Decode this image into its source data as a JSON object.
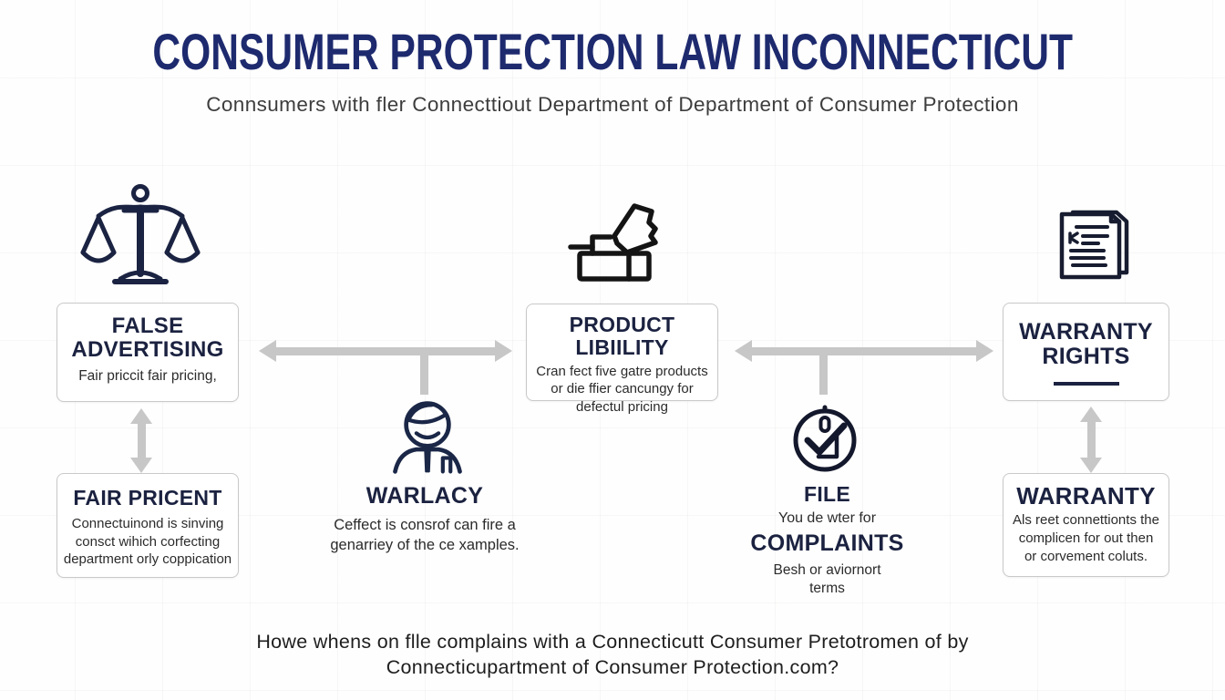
{
  "page": {
    "title": "CONSUMER PROTECTION LAW INCONNECTICUT",
    "subtitle": "Connsumers with fler Connecttiout Department of Department of Consumer Protection",
    "footer_line1": "Howe whens on flle complains with a Connecticutt Consumer Pretotromen of by",
    "footer_line2": "Connecticupartment of Consumer Protection.com?"
  },
  "colors": {
    "title_navy": "#1e2a6e",
    "node_title_navy": "#1b2240",
    "body_text": "#2b2b2b",
    "arrow_gray": "#c7c7c7",
    "box_border": "#c9c9c9"
  },
  "icons": {
    "top_left": "scales-of-justice-icon",
    "top_center": "product-box-receipt-icon",
    "top_right": "documents-icon",
    "mid_left": "person-icon",
    "mid_right": "check-circle-icon"
  },
  "nodes": {
    "false_advertising": {
      "title_line1": "FALSE",
      "title_line2": "ADVERTISING",
      "body": "Fair priccit fair pricing,"
    },
    "product_liability": {
      "title": "PRODUCT LIBIILITY",
      "body_line1": "Cran fect five gatre products",
      "body_line2": "or die ffier cancungy for",
      "body_line3": "defectul pricing"
    },
    "warranty_rights": {
      "title_line1": "WARRANTY",
      "title_line2": "RIGHTS"
    },
    "fair_pricent": {
      "title": "FAIR PRICENT",
      "body_line1": "Connectuinond is sinving",
      "body_line2": "consct wihich corfecting",
      "body_line3": "department orly coppication"
    },
    "warlacy": {
      "title": "WARLACY",
      "body_line1": "Ceffect is consrof can fire a",
      "body_line2": "genarriey of the ce xamples."
    },
    "file_complaints": {
      "title_line1": "FILE",
      "body_line1": "You de wter for",
      "title_line2": "COMPLAINTS",
      "body_line2": "Besh or aviornort",
      "body_line3": "terms"
    },
    "warranty": {
      "title": "WARRANTY",
      "body_line1": "Als reet connettionts the",
      "body_line2": "complicen for out then",
      "body_line3": "or corvement coluts."
    }
  }
}
